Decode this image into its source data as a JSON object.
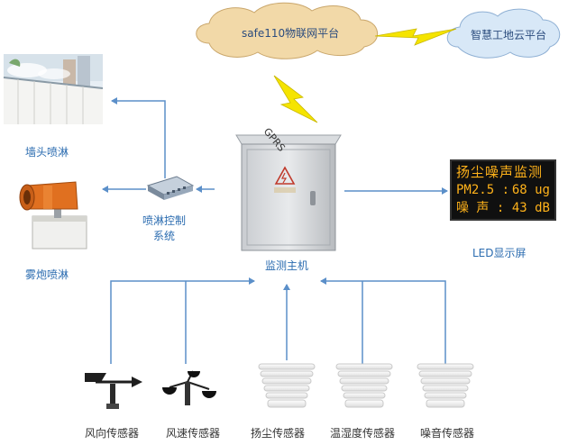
{
  "clouds": {
    "iot_platform": "safe110物联网平台",
    "cloud_platform": "智慧工地云平台"
  },
  "link": {
    "gprs": "GPRS"
  },
  "labels": {
    "wall_spray": "墙头喷淋",
    "fog_cannon": "雾炮喷淋",
    "spray_control": [
      "喷淋控制",
      "系统"
    ],
    "main_host": "监测主机",
    "led_screen": "LED显示屏"
  },
  "led": {
    "title": "扬尘噪声监测",
    "rows": [
      {
        "name": "PM2.5 :",
        "value": "68 ug"
      },
      {
        "name": "噪 声 :",
        "value": "43 dB"
      }
    ]
  },
  "sensors": [
    {
      "label": "风向传感器",
      "icon": "wind-vane-icon"
    },
    {
      "label": "风速传感器",
      "icon": "anemometer-icon"
    },
    {
      "label": "扬尘传感器",
      "icon": "dust-sensor-icon"
    },
    {
      "label": "温湿度传感器",
      "icon": "temp-humidity-sensor-icon"
    },
    {
      "label": "噪音传感器",
      "icon": "noise-sensor-icon"
    }
  ],
  "colors": {
    "arrow": "#5b8fc9",
    "cloud": "#f2d9a8",
    "cloud_blue": "#d8e8f7",
    "lightning": "#f5e400",
    "led_text": "#ffb21a"
  }
}
